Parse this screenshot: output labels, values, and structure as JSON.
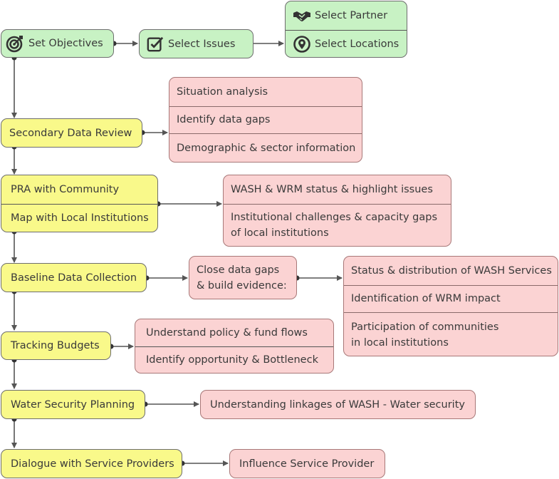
{
  "top": {
    "set_objectives": "Set Objectives",
    "select_issues": "Select Issues",
    "select_partner": "Select Partner",
    "select_locations": "Select Locations"
  },
  "steps": {
    "secondary_review": "Secondary Data Review",
    "pra_community": "PRA with Community",
    "map_institutions": "Map with Local Institutions",
    "baseline": "Baseline Data Collection",
    "tracking_budgets": "Tracking Budgets",
    "water_security": "Water Security Planning",
    "dialogue": "Dialogue with Service Providers"
  },
  "outputs": {
    "situation_analysis": "Situation analysis",
    "identify_gaps": "Identify data gaps",
    "demographic": "Demographic & sector information",
    "wash_wrm_status": "WASH & WRM status & highlight issues",
    "institutional_challenges": "Institutional challenges & capacity gaps\nof local institutions",
    "close_gaps": "Close data gaps\n& build evidence:",
    "status_distribution": "Status & distribution of WASH Services",
    "wrm_impact": "Identification of WRM impact",
    "participation": "Participation of communities\nin local institutions",
    "policy_flows": "Understand policy & fund flows",
    "opportunity": "Identify opportunity & Bottleneck",
    "linkages": "Understanding linkages of WASH - Water security",
    "influence": "Influence Service Provider"
  },
  "colors": {
    "green": "#c8f2c4",
    "yellow": "#f9f98a",
    "pink": "#fbd3d3",
    "connector": "#555555"
  },
  "icons": [
    "target-icon",
    "checkbox-icon",
    "handshake-icon",
    "location-pin-icon"
  ]
}
